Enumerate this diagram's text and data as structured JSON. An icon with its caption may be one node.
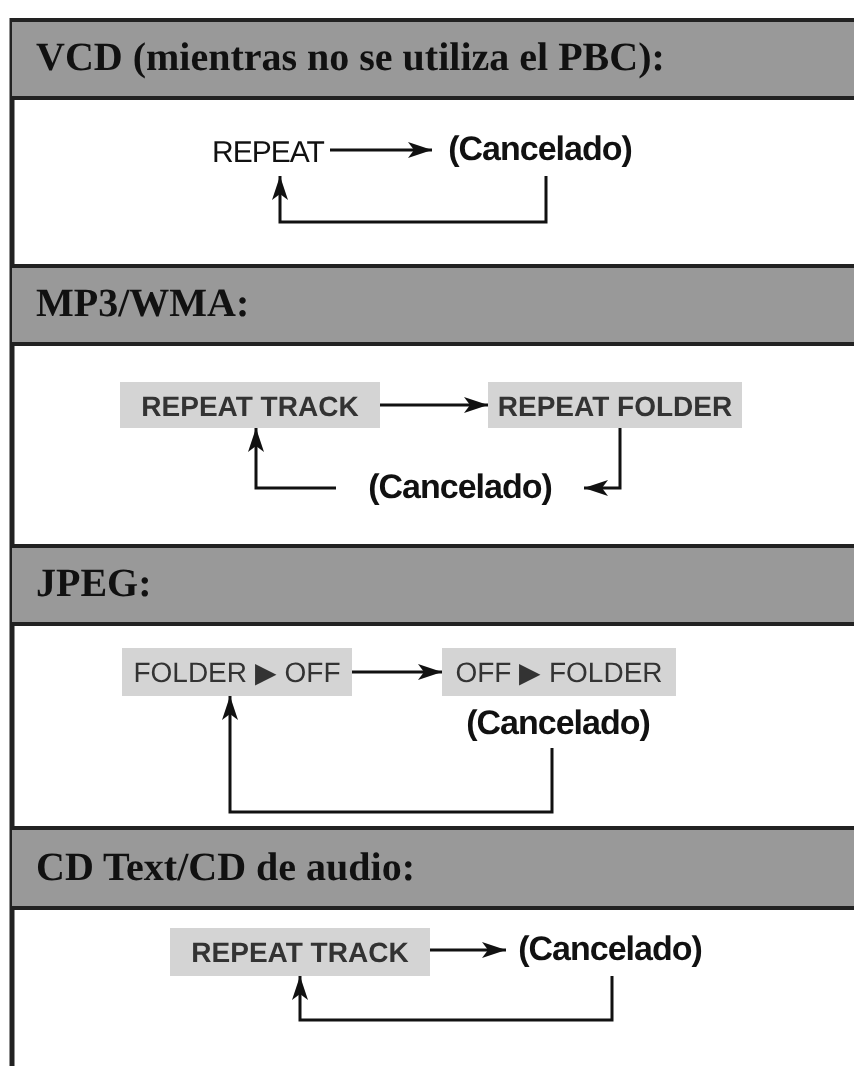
{
  "diagram": {
    "nodes": [
      {
        "text": [
          "VCD (mientras no se utiliza el PBC):"
        ]
      },
      {
        "text": [
          "REPEAT"
        ]
      },
      {
        "text": [
          "(Cancelado)"
        ]
      },
      {
        "text": [
          "MP3/WMA:"
        ]
      },
      {
        "text": [
          "REPEAT TRACK"
        ]
      },
      {
        "text": [
          "REPEAT FOLDER"
        ]
      },
      {
        "text": [
          "(Cancelado)"
        ]
      },
      {
        "text": [
          "JPEG:"
        ]
      },
      {
        "text": [
          "FOLDER ▶ OFF"
        ]
      },
      {
        "text": [
          "OFF ▶ FOLDER"
        ]
      },
      {
        "text": [
          "(Cancelado)"
        ]
      },
      {
        "text": [
          "CD Text/CD de audio:"
        ]
      },
      {
        "text": [
          "REPEAT TRACK"
        ]
      },
      {
        "text": [
          "(Cancelado)"
        ]
      }
    ],
    "edges": [
      {
        "from": 1,
        "to": 2,
        "arrow": "to"
      },
      {
        "from": 2,
        "to": 1,
        "arrow": "to"
      },
      {
        "from": 4,
        "to": 5,
        "arrow": "to"
      },
      {
        "from": 5,
        "to": 6,
        "arrow": "to"
      },
      {
        "from": 6,
        "to": 4,
        "arrow": "to"
      },
      {
        "from": 8,
        "to": 9,
        "arrow": "to"
      },
      {
        "from": 10,
        "to": 8,
        "arrow": "to"
      },
      {
        "from": 12,
        "to": 13,
        "arrow": "to"
      },
      {
        "from": 13,
        "to": 12,
        "arrow": "to"
      }
    ]
  }
}
